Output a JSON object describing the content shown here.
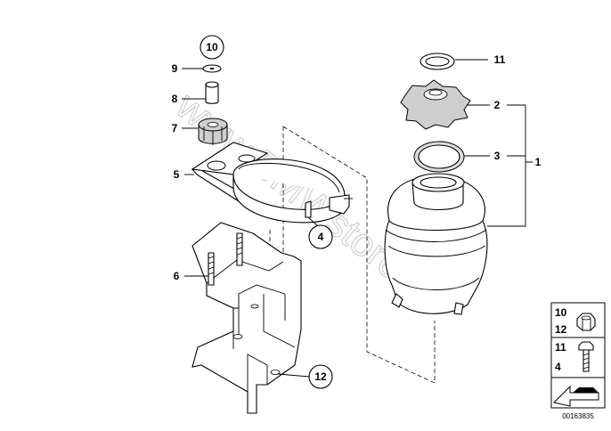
{
  "watermark": "www.BMWstore.pl",
  "callouts": {
    "c1": "1",
    "c2": "2",
    "c3": "3",
    "c4": "4",
    "c5": "5",
    "c6": "6",
    "c7": "7",
    "c8": "8",
    "c9": "9",
    "c10": "10",
    "c11": "11",
    "c12": "12"
  },
  "legend": {
    "row1_top": "10",
    "row1_bottom": "12",
    "row2_top": "11",
    "row2_bottom": "4"
  },
  "diagram_number": "00163835"
}
